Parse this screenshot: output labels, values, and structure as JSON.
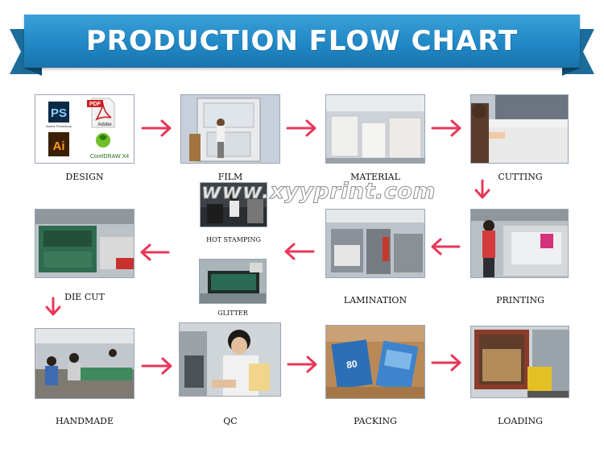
{
  "title": "PRODUCTION FLOW CHART",
  "watermark": "www.xyyprint.com",
  "software_logos": {
    "ps_letters": "PS",
    "ps_caption": "Adobe Photoshop",
    "pdf_badge": "PDF",
    "pdf_caption": "Adobe",
    "ai_letters": "Ai",
    "corel_caption": "CorelDRAW X4"
  },
  "steps": {
    "design": "DESIGN",
    "film": "FILM",
    "material": "MATERIAL",
    "cutting": "CUTTING",
    "hot_stamping": "HOT STAMPING",
    "glitter": "GLITTER",
    "die_cut": "DIE CUT",
    "lamination": "LAMINATION",
    "printing": "PRINTING",
    "handmade": "HANDMADE",
    "qc": "QC",
    "packing": "PACKING",
    "loading": "LOADING"
  },
  "colors": {
    "banner": "#1f86c4",
    "arrow": "#e8375a"
  }
}
